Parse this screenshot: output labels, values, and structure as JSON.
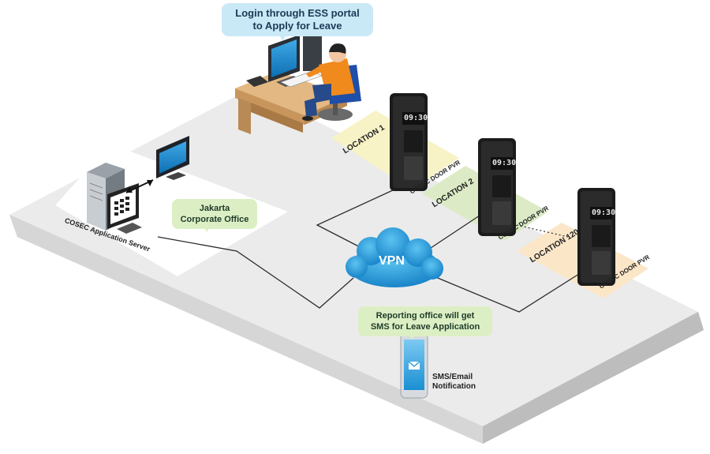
{
  "callouts": {
    "ess": [
      "Login through ESS portal",
      "to Apply for Leave"
    ],
    "office": [
      "Jakarta",
      "Corporate Office"
    ],
    "reporting": [
      "Reporting office will get",
      "SMS for Leave Application"
    ]
  },
  "server_label": "COSEC Application Server",
  "vpn_label": "VPN",
  "notification_label": [
    "SMS/Email",
    "Notification"
  ],
  "locations": [
    {
      "name": "LOCATION 1",
      "device": "COSEC DOOR PVR",
      "time": "09:30",
      "color": "#f7f3c6"
    },
    {
      "name": "LOCATION 2",
      "device": "COSEC DOOR PVR",
      "time": "09:30",
      "color": "#dcebc6"
    },
    {
      "name": "LOCATION 120",
      "device": "COSEC DOOR PVR",
      "time": "09:30",
      "color": "#fbe6c8"
    }
  ],
  "colors": {
    "platform_top": "#ececec",
    "platform_side": "#c9c9c9",
    "network_line": "#2b2b2b",
    "vpn_cloud": "#1f9bd7",
    "callout_blue": "#c9e9f7",
    "callout_green": "#dcefc4"
  }
}
